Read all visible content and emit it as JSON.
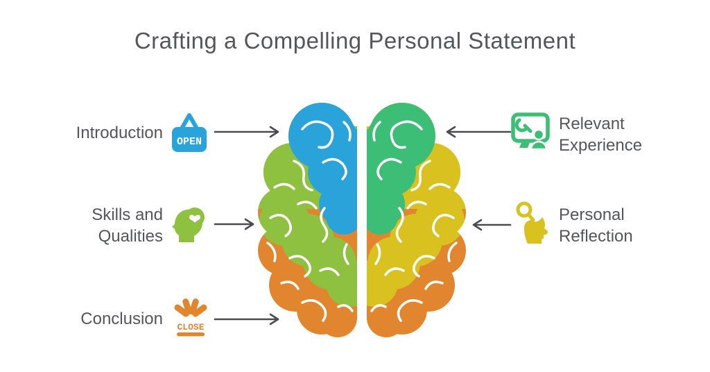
{
  "title": "Crafting a Compelling Personal Statement",
  "colors": {
    "blue": "#29A3D9",
    "lime": "#8DC13F",
    "emerald": "#3DBE76",
    "yellow": "#D9C21F",
    "orange": "#E2852F",
    "text": "#54565A",
    "arrow": "#4B4B4D",
    "white": "#FFFFFF"
  },
  "annotations": {
    "introduction": {
      "line1": "Introduction",
      "icon_label": "OPEN",
      "region_color": "#29A3D9",
      "side": "left",
      "region": "left-top"
    },
    "skills": {
      "line1": "Skills and",
      "line2": "Qualities",
      "region_color": "#8DC13F",
      "side": "left",
      "region": "left-middle"
    },
    "conclusion": {
      "line1": "Conclusion",
      "icon_label": "CLOSE",
      "region_color": "#E2852F",
      "side": "left",
      "region": "bottom"
    },
    "experience": {
      "line1": "Relevant",
      "line2": "Experience",
      "region_color": "#3DBE76",
      "side": "right",
      "region": "right-top"
    },
    "reflection": {
      "line1": "Personal",
      "line2": "Reflection",
      "region_color": "#D9C21F",
      "side": "right",
      "region": "right-middle"
    }
  }
}
